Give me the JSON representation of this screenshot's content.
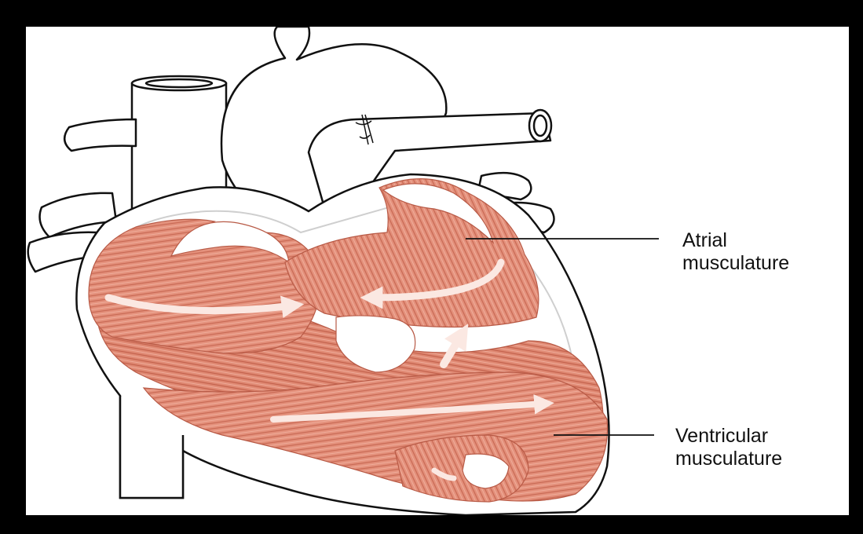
{
  "labels": {
    "atrial": {
      "line1": "Atrial",
      "line2": "musculature"
    },
    "ventricular": {
      "line1": "Ventricular",
      "line2": "musculature"
    }
  },
  "colors": {
    "background": "#000000",
    "panel": "#ffffff",
    "outline": "#111111",
    "muscle": "#e4917c",
    "muscle_dark": "#c96a55",
    "muscle_light": "#f2b4a3",
    "arrow": "#fbe8e2"
  }
}
